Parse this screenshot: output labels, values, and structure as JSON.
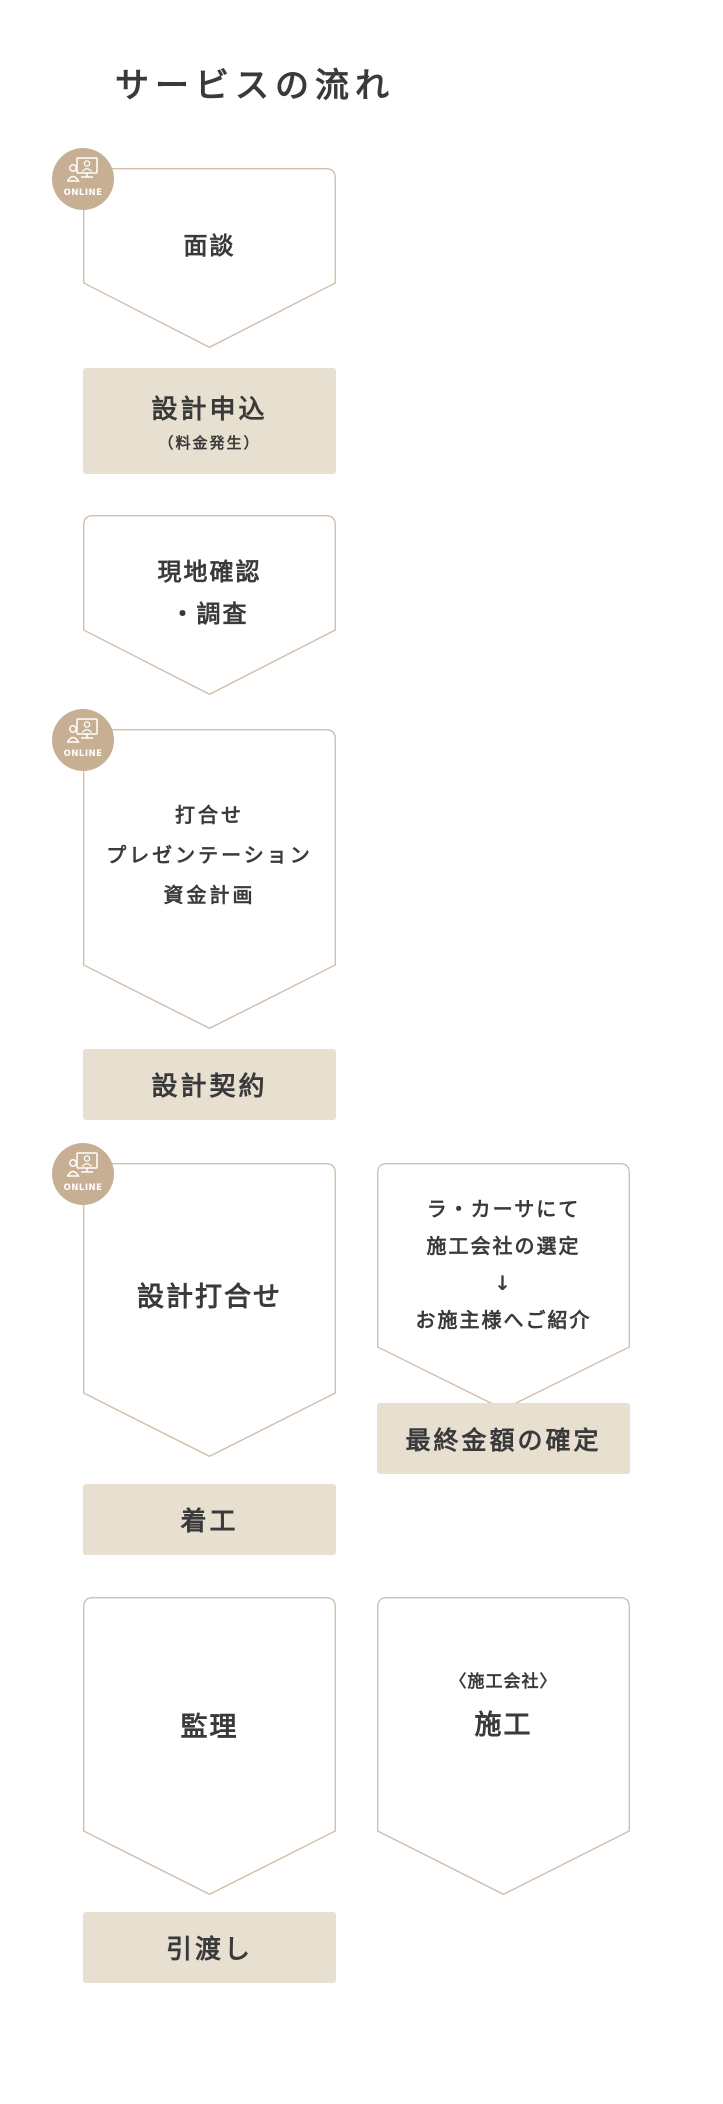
{
  "title": "サービスの流れ",
  "badge": {
    "label": "ONLINE"
  },
  "colors": {
    "box_bg": "#e7e0d1",
    "outline": "#d2bfae",
    "badge_bg": "#c7af93",
    "text": "#3a3a3a"
  },
  "steps": {
    "interview": {
      "lines": [
        "面談"
      ]
    },
    "design_application": {
      "main": "設計申込",
      "sub": "（料金発生）"
    },
    "site_survey": {
      "lines": [
        "現地確認",
        "・調査"
      ]
    },
    "presentation": {
      "lines": [
        "打合せ",
        "プレゼンテーション",
        "資金計画"
      ]
    },
    "design_contract": {
      "main": "設計契約"
    },
    "design_meeting": {
      "lines": [
        "設計打合せ"
      ]
    },
    "contractor_intro": {
      "lines": [
        "ラ・カーサにて",
        "施工会社の選定",
        "↓",
        "お施主様へご紹介"
      ]
    },
    "final_amount": {
      "main": "最終金額の確定"
    },
    "construction_start": {
      "main": "着工"
    },
    "supervision": {
      "lines": [
        "監理"
      ]
    },
    "construction": {
      "small": "〈施工会社〉",
      "main": "施工"
    },
    "handover": {
      "main": "引渡し"
    }
  }
}
